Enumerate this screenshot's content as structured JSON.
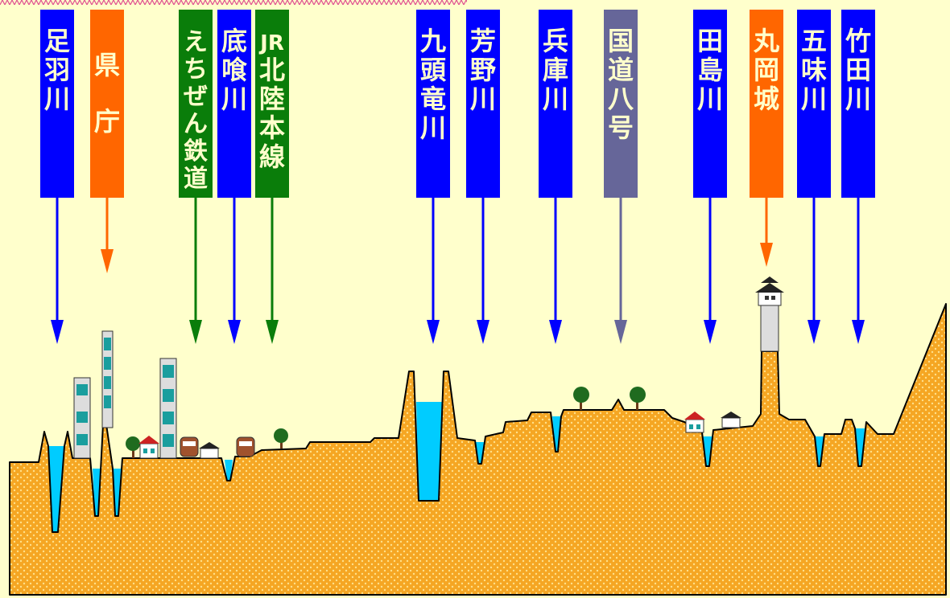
{
  "colors": {
    "background": "#ffffcc",
    "river": "#0000ff",
    "landmark": "#ff6600",
    "railway": "#0a7d0a",
    "road": "#666699",
    "ground": "#f5a623",
    "water": "#00ccff"
  },
  "labels": [
    {
      "id": "asuwa",
      "text": "足羽川",
      "category": "river"
    },
    {
      "id": "kencho",
      "text": "県庁",
      "category": "landmark"
    },
    {
      "id": "echizen",
      "text": "えちぜん鉄道",
      "category": "railway"
    },
    {
      "id": "sokobami",
      "text": "底喰川",
      "category": "river"
    },
    {
      "id": "jr",
      "text": "JR北陸本線",
      "category": "railway"
    },
    {
      "id": "kuzuryu",
      "text": "九頭竜川",
      "category": "river"
    },
    {
      "id": "hagano",
      "text": "芳野川",
      "category": "river"
    },
    {
      "id": "hyogo",
      "text": "兵庫川",
      "category": "river"
    },
    {
      "id": "route8",
      "text": "国道八号",
      "category": "road"
    },
    {
      "id": "tajima",
      "text": "田島川",
      "category": "river"
    },
    {
      "id": "maruoka",
      "text": "丸岡城",
      "category": "landmark"
    },
    {
      "id": "gomi",
      "text": "五味川",
      "category": "river"
    },
    {
      "id": "takeda",
      "text": "竹田川",
      "category": "river"
    }
  ]
}
